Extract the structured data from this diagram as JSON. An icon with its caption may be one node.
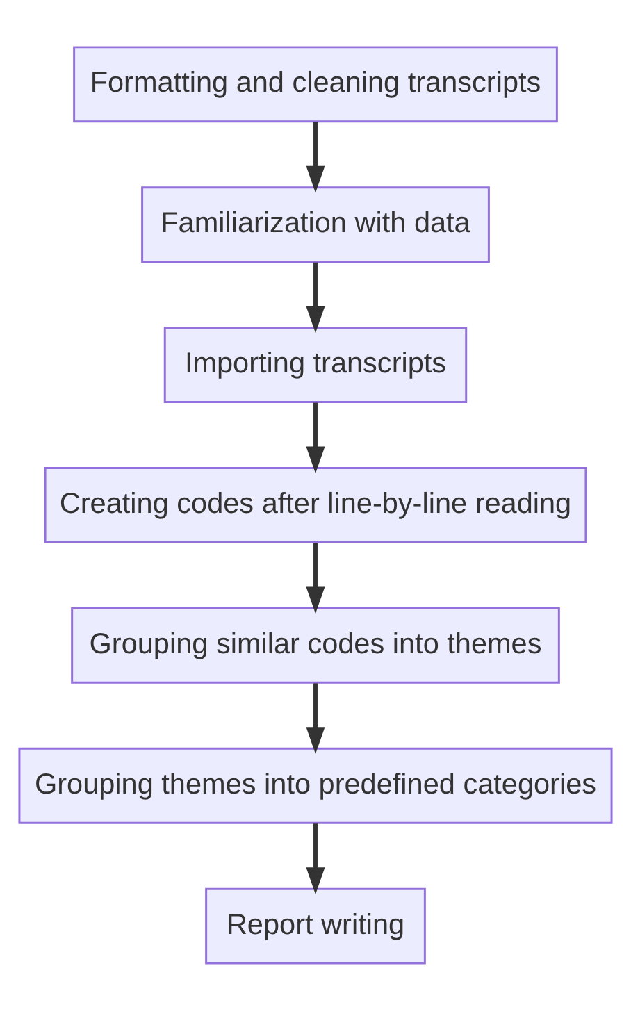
{
  "diagram": {
    "nodes": [
      {
        "text": [
          "Formatting and cleaning transcripts"
        ]
      },
      {
        "text": [
          "Familiarization with data"
        ]
      },
      {
        "text": [
          "Importing transcripts"
        ]
      },
      {
        "text": [
          "Creating codes after line-by-line reading"
        ]
      },
      {
        "text": [
          "Grouping similar codes into themes"
        ]
      },
      {
        "text": [
          "Grouping themes into predefined categories"
        ]
      },
      {
        "text": [
          "Report writing"
        ]
      }
    ],
    "edges": [
      {
        "from": 0,
        "to": 1,
        "arrow": "to"
      },
      {
        "from": 1,
        "to": 2,
        "arrow": "to"
      },
      {
        "from": 2,
        "to": 3,
        "arrow": "to"
      },
      {
        "from": 3,
        "to": 4,
        "arrow": "to"
      },
      {
        "from": 4,
        "to": 5,
        "arrow": "to"
      },
      {
        "from": 5,
        "to": 6,
        "arrow": "to"
      }
    ]
  }
}
